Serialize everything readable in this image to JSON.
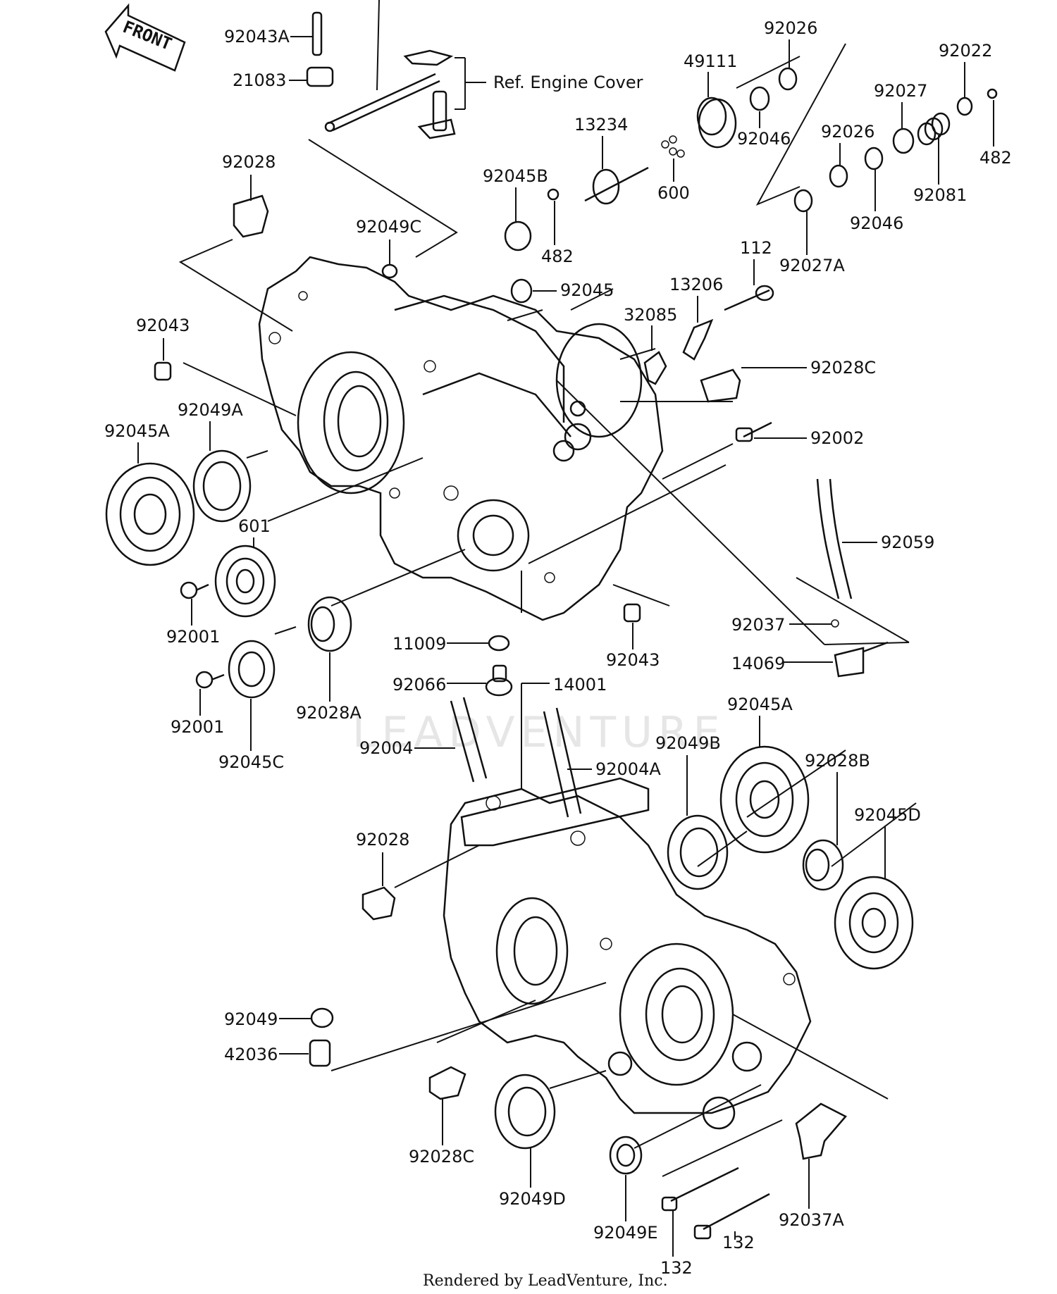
{
  "front_label": "FRONT",
  "ref_label": "Ref. Engine Cover",
  "watermark": "LEADVENTURE",
  "footer": "Rendered by LeadVenture, Inc.",
  "part_labels": {
    "p92043A": "92043A",
    "p21083": "21083",
    "p92028_top": "92028",
    "p92043_top": "92043",
    "p92049A": "92049A",
    "p92045A_left": "92045A",
    "p601": "601",
    "p92001_a": "92001",
    "p92001_b": "92001",
    "p92045C": "92045C",
    "p92028A": "92028A",
    "p92049C": "92049C",
    "p92045B": "92045B",
    "p482_mid": "482",
    "p92045": "92045",
    "p13234": "13234",
    "p600": "600",
    "p49111": "49111",
    "p92026_top": "92026",
    "p92046_top": "92046",
    "p92022": "92022",
    "p92027": "92027",
    "p482_right": "482",
    "p92026_mid": "92026",
    "p92081": "92081",
    "p92046_mid": "92046",
    "p112": "112",
    "p92027A": "92027A",
    "p13206": "13206",
    "p32085": "32085",
    "p92028C_top": "92028C",
    "p92002": "92002",
    "p92059": "92059",
    "p92037": "92037",
    "p14069": "14069",
    "p11009": "11009",
    "p92066": "92066",
    "p14001": "14001",
    "p92043_mid": "92043",
    "p92004": "92004",
    "p92004A": "92004A",
    "p92049B": "92049B",
    "p92045A_right": "92045A",
    "p92028B": "92028B",
    "p92045D": "92045D",
    "p92028_mid": "92028",
    "p92049": "92049",
    "p42036": "42036",
    "p92028C_bot": "92028C",
    "p92049D": "92049D",
    "p92049E": "92049E",
    "p132_a": "132",
    "p132_b": "132",
    "p92037A": "92037A"
  }
}
